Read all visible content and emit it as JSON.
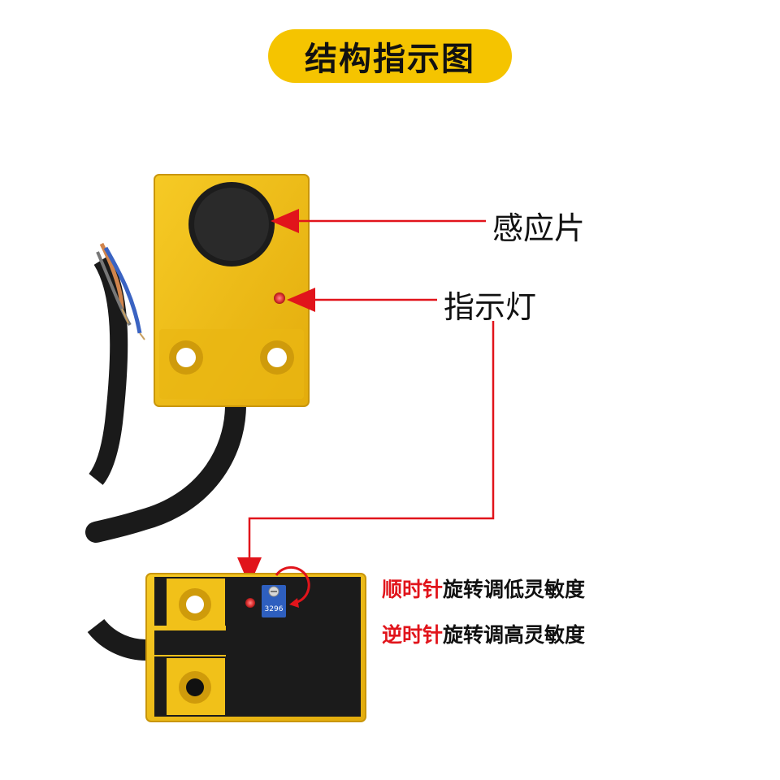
{
  "title": "结构指示图",
  "labels": {
    "sensor_plate": "感应片",
    "indicator_light": "指示灯"
  },
  "adjustment": {
    "clockwise_prefix": "顺时针",
    "clockwise_suffix": "旋转调低灵敏度",
    "counterclockwise_prefix": "逆时针",
    "counterclockwise_suffix": "旋转调高灵敏度"
  },
  "potentiometer_marking": "3296",
  "colors": {
    "title_bg": "#f5c400",
    "housing_yellow": "#f1c119",
    "arrow_red": "#e1141b",
    "cable_black": "#1a1a1a"
  }
}
